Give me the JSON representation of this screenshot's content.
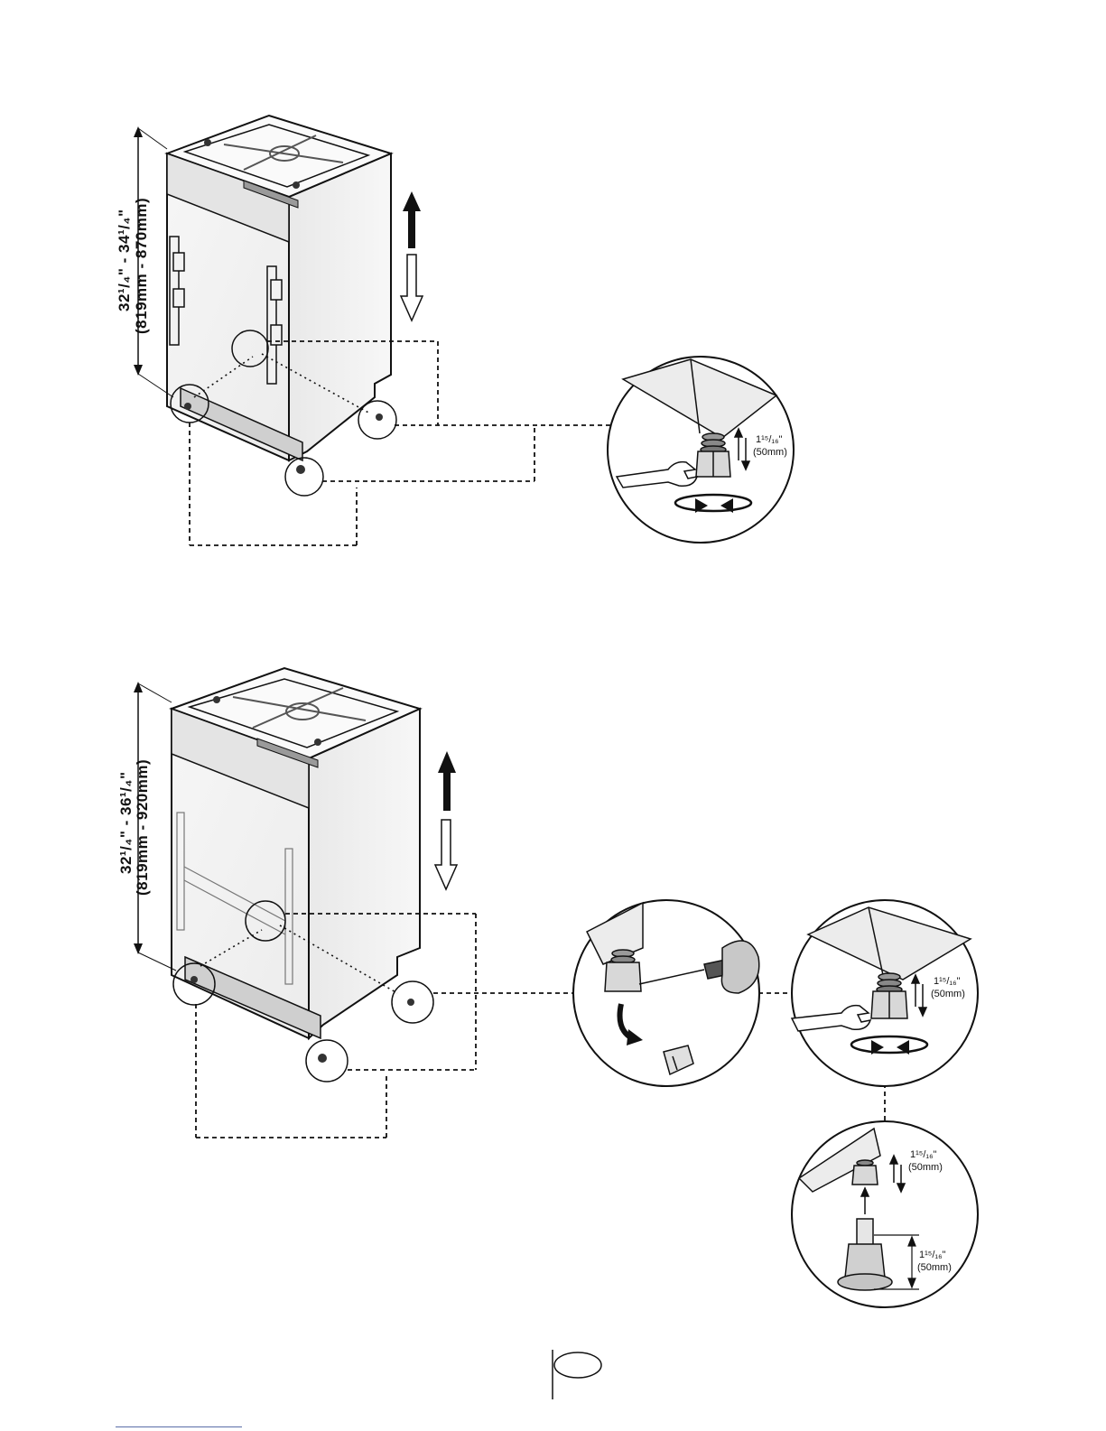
{
  "diagram_top": {
    "height_range_in": "32¹/₄\" - 34¹/₄\"",
    "height_range_mm": "(819mm - 870mm)",
    "detail_label_in": "1¹⁵/₁₆\"",
    "detail_label_mm": "(50mm)"
  },
  "diagram_bottom": {
    "height_range_in": "32¹/₄\" - 36¹/₄\"",
    "height_range_mm": "(819mm - 920mm)",
    "detail_label_in": "1¹⁵/₁₆\"",
    "detail_label_mm": "(50mm)",
    "extension_label_in": "1¹⁵/₁₆\"",
    "extension_label_mm": "(50mm)",
    "extension_gap_label_in": "1¹⁵/₁₆\"",
    "extension_gap_label_mm": "(50mm)"
  },
  "icons": [
    "up-arrow-icon",
    "down-arrow-icon",
    "wrench-icon",
    "rotate-arrows-icon",
    "screwdriver-icon"
  ]
}
